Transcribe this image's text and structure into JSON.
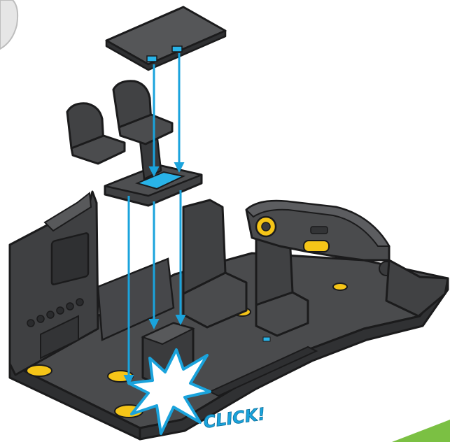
{
  "callout": {
    "text": "CLICK!"
  },
  "colors": {
    "part_body": "#3f4042",
    "part_top": "#58595b",
    "outline": "#1b1b1c",
    "arrow_blue": "#1aa3dc",
    "tab_blue": "#29b3e8",
    "accent_yellow": "#f5c518",
    "corner_green": "#7bc043",
    "background": "#ffffff"
  },
  "parts": [
    "roof-panel",
    "seat-assembly",
    "vehicle-chassis"
  ]
}
